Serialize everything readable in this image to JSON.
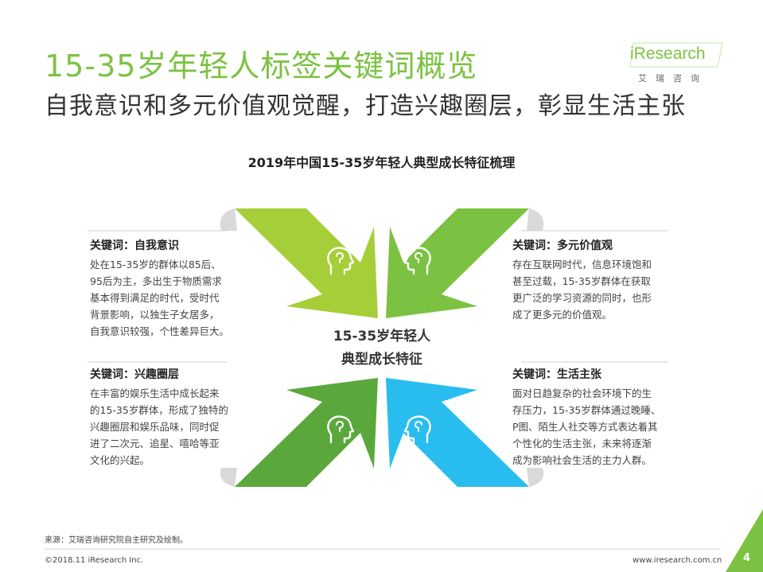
{
  "header": {
    "title": "15-35岁年轻人标签关键词概览",
    "subtitle": "自我意识和多元价值观觉醒，打造兴趣圈层，彰显生活主张"
  },
  "logo": {
    "wordmark": "iResearch",
    "chinese": "艾瑞咨询"
  },
  "diagram": {
    "title": "2019年中国15-35岁年轻人典型成长特征梳理",
    "center_line1": "15-35岁年轻人",
    "center_line2": "典型成长特征",
    "colors": {
      "top_left": "#a6ce39",
      "top_right": "#7cc242",
      "bottom_left": "#5aa83c",
      "bottom_right": "#29bdef",
      "shadow": "#d9d9d9"
    },
    "icons": [
      "head-profile-icon",
      "head-profile-icon",
      "head-profile-icon",
      "head-profile-icon"
    ],
    "keywords": [
      {
        "title": "关键词：自我意识",
        "lines": [
          "处在15-35岁的群体以85后、",
          "95后为主，多出生于物质需求",
          "基本得到满足的时代，受时代",
          "背景影响，以独生子女居多，",
          "自我意识较强，个性差异巨大。"
        ]
      },
      {
        "title": "关键词：多元价值观",
        "lines": [
          "存在互联网时代，信息环境饱和",
          "甚至过载，15-35岁群体在获取",
          "更广泛的学习资源的同时，也形",
          "成了更多元的价值观。"
        ]
      },
      {
        "title": "关键词：兴趣圈层",
        "lines": [
          "在丰富的娱乐生活中成长起来",
          "的15-35岁群体，形成了独特的",
          "兴趣圈层和娱乐品味，同时促",
          "进了二次元、追星、嘻哈等亚",
          "文化的兴起。"
        ]
      },
      {
        "title": "关键词：生活主张",
        "lines": [
          "面对日趋复杂的社会环境下的生",
          "存压力，15-35岁群体通过晚睡、",
          "P图、陌生人社交等方式表达着其",
          "个性化的生活主张，未来将逐渐",
          "成为影响社会生活的主力人群。"
        ]
      }
    ]
  },
  "footer": {
    "source": "来源：艾瑞咨询研究院自主研究及绘制。",
    "copyright": "©2018.11 iResearch Inc.",
    "website": "www.iresearch.com.cn",
    "page_number": "4",
    "corner_color": "#7cc242"
  }
}
